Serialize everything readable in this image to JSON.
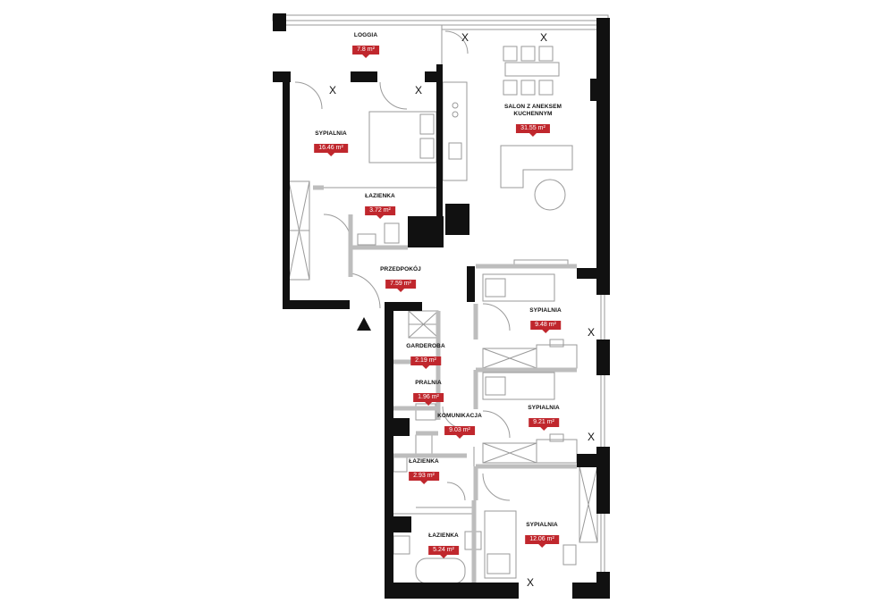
{
  "rooms": {
    "loggia": {
      "name": "LOGGIA",
      "area": "7.8 m²"
    },
    "bedroom_top": {
      "name": "SYPIALNIA",
      "area": "16.46 m²"
    },
    "bathroom_top": {
      "name": "ŁAZIENKA",
      "area": "3.72 m²"
    },
    "living": {
      "name": "SALON Z ANEKSEM\nKUCHENNYM",
      "area": "31.55 m²"
    },
    "hall": {
      "name": "PRZEDPOKÓJ",
      "area": "7.59 m²"
    },
    "bedroom_2": {
      "name": "SYPIALNIA",
      "area": "9.48 m²"
    },
    "wardrobe": {
      "name": "GARDEROBA",
      "area": "2.19 m²"
    },
    "laundry": {
      "name": "PRALNIA",
      "area": "1.96 m²"
    },
    "corridor": {
      "name": "KOMUNIKACJA",
      "area": "9.03 m²"
    },
    "bedroom_3": {
      "name": "SYPIALNIA",
      "area": "9.21 m²"
    },
    "bathroom_2": {
      "name": "ŁAZIENKA",
      "area": "2.93 m²"
    },
    "bathroom_3": {
      "name": "ŁAZIENKA",
      "area": "5.24 m²"
    },
    "bedroom_4": {
      "name": "SYPIALNIA",
      "area": "12.06 m²"
    }
  },
  "window_mark": "X",
  "entrance_marker": "entrance-arrow",
  "colors": {
    "wall": "#111111",
    "accent": "#c0272d",
    "fixture": "#bdbdbd"
  }
}
